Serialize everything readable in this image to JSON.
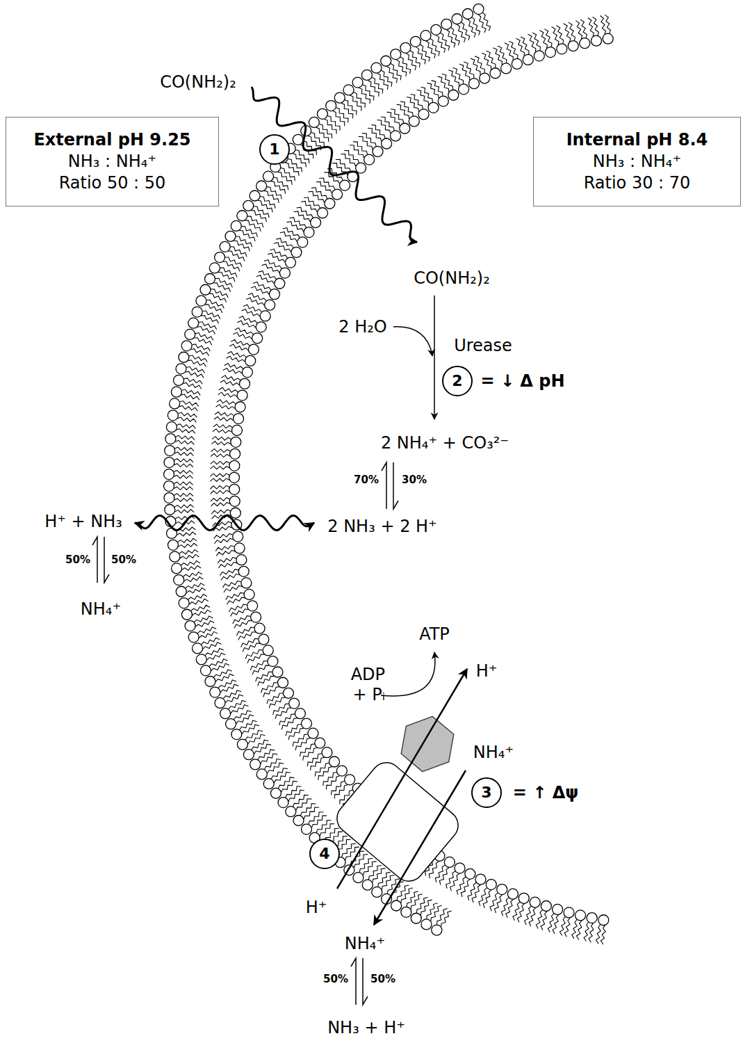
{
  "diagram": {
    "nodes": [
      {
        "text": [
          "External pH 9.25",
          "NH₃ : NH₄⁺",
          "Ratio 50 : 50"
        ]
      },
      {
        "text": [
          "Internal pH 8.4",
          "NH₃ : NH₄⁺",
          "Ratio 30 : 70"
        ]
      },
      {
        "text": [
          "1"
        ]
      },
      {
        "text": [
          "2"
        ]
      },
      {
        "text": [
          "3"
        ]
      },
      {
        "text": [
          "4"
        ]
      }
    ],
    "labels": [
      "CO(NH₂)₂",
      "CO(NH₂)₂",
      "2 H₂O",
      "Urease",
      "= ↓ Δ pH",
      "2 NH₄⁺ + CO₃²⁻",
      "70%",
      "30%",
      "H⁺ + NH₃",
      "2 NH₃ + 2 H⁺",
      "50%",
      "50%",
      "NH₄⁺",
      "ATP",
      "ADP + Pᵢ",
      "H⁺",
      "NH₄⁺",
      "= ↑ Δψ",
      "H⁺",
      "NH₄⁺",
      "50%",
      "50%",
      "NH₃ + H⁺"
    ]
  }
}
